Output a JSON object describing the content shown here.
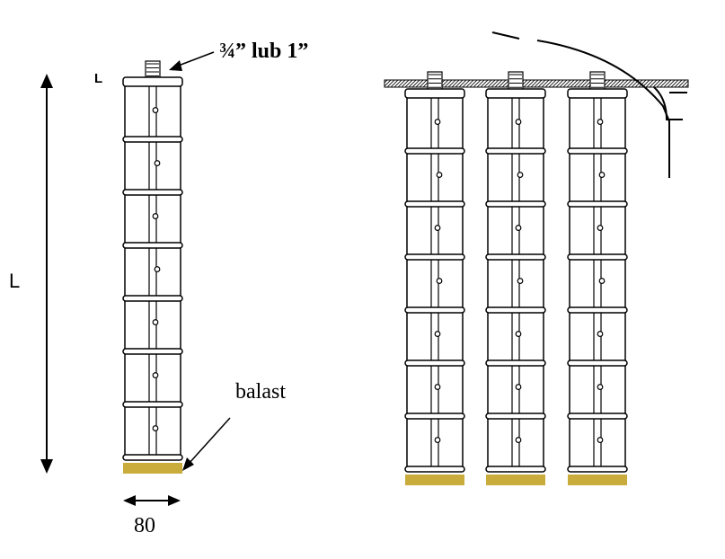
{
  "labels": {
    "top_small_L": "L",
    "length_L": "L",
    "thread_size": "¾” lub 1”",
    "ballast": "balast",
    "width": "80"
  },
  "colors": {
    "stroke": "#000000",
    "ballast": "#c9ac3c",
    "background": "#ffffff"
  },
  "diagram": {
    "left_column_rings": 7,
    "right_group_columns": 3,
    "right_column_rings": 7
  }
}
